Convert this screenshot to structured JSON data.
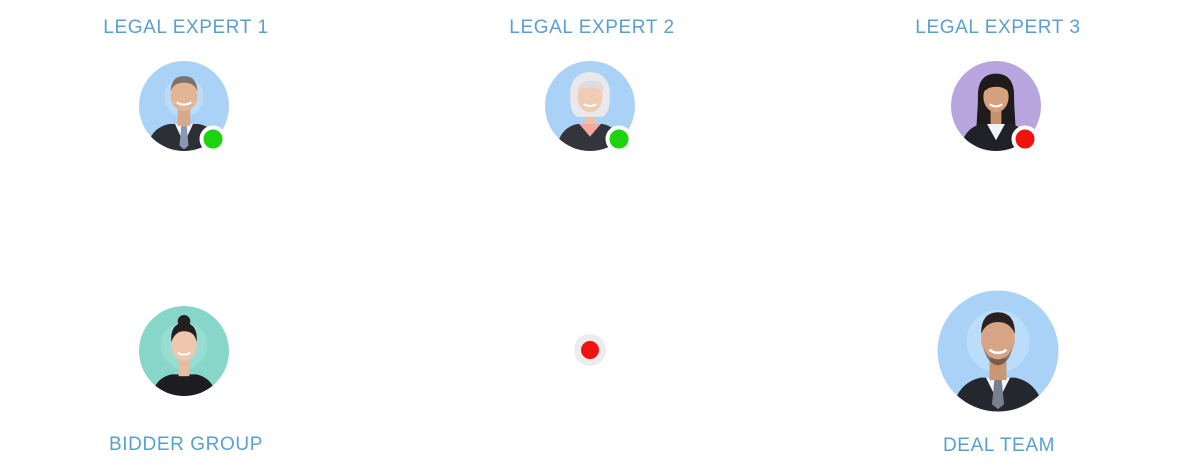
{
  "participants": [
    {
      "label": "LEGAL EXPERT 1",
      "avatar": "male-professional-avatar",
      "status": "online",
      "status_color": "#1ed30e"
    },
    {
      "label": "LEGAL EXPERT 2",
      "avatar": "senior-female-avatar",
      "status": "online",
      "status_color": "#1ed30e"
    },
    {
      "label": "LEGAL EXPERT 3",
      "avatar": "female-professional-avatar",
      "status": "offline",
      "status_color": "#f0120c"
    },
    {
      "label": "BIDDER GROUP",
      "avatar": "female-avatar"
    },
    {
      "label": "DEAL TEAM",
      "avatar": "male-professional-avatar"
    }
  ],
  "center_status": {
    "status": "offline",
    "color": "#f0120c"
  },
  "colors": {
    "label": "#5a9fd2",
    "avatar_bg_blue": "#a9d2f6",
    "avatar_bg_purple": "#b9a5de",
    "avatar_bg_teal": "#86d6c9"
  }
}
